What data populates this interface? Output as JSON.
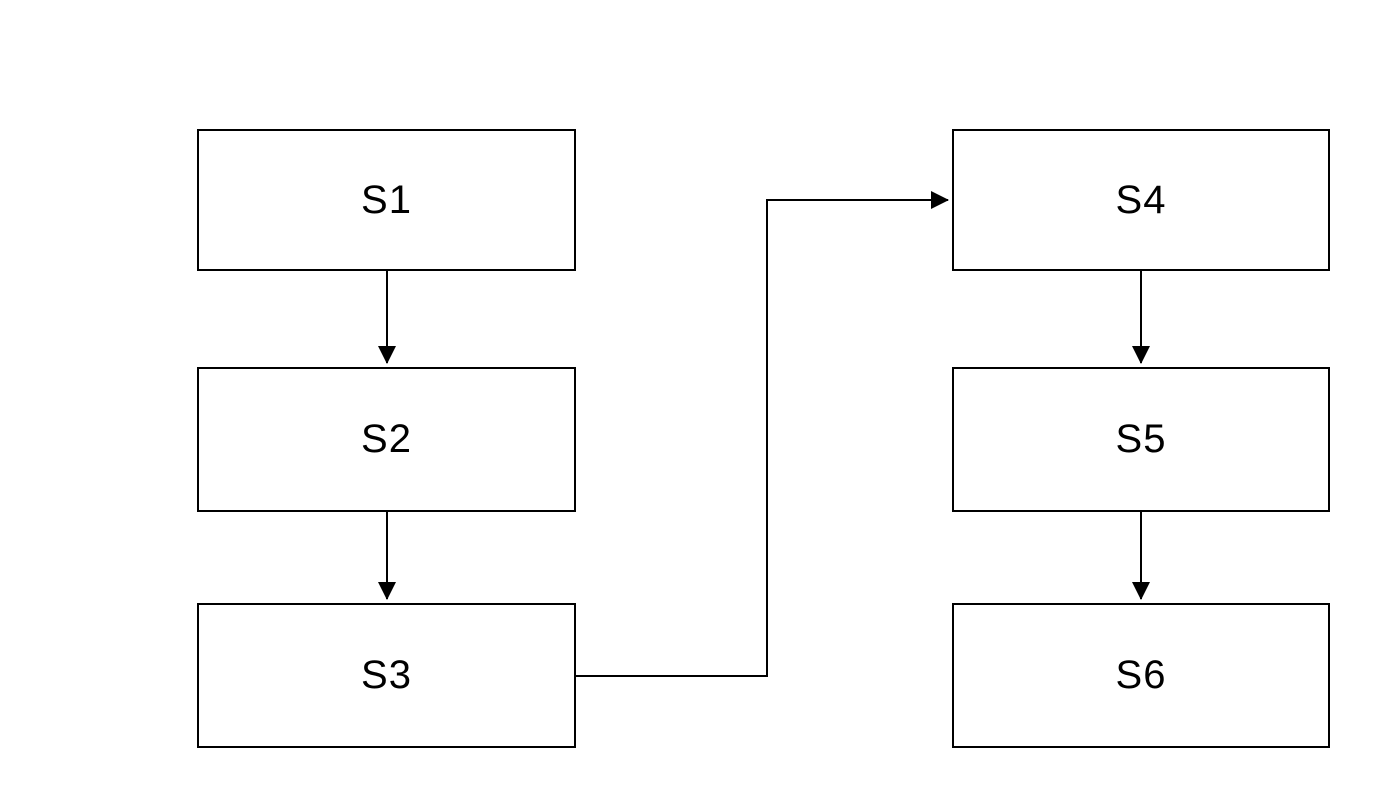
{
  "diagram": {
    "type": "flowchart",
    "background_color": "#ffffff",
    "line_color": "#000000",
    "box_fill_color": "#ffffff",
    "box_border_color": "#000000",
    "boxes": [
      {
        "id": "S1",
        "label": "S1"
      },
      {
        "id": "S2",
        "label": "S2"
      },
      {
        "id": "S3",
        "label": "S3"
      },
      {
        "id": "S4",
        "label": "S4"
      },
      {
        "id": "S5",
        "label": "S5"
      },
      {
        "id": "S6",
        "label": "S6"
      }
    ],
    "connections": [
      {
        "from": "S1",
        "to": "S2",
        "style": "arrow-down"
      },
      {
        "from": "S2",
        "to": "S3",
        "style": "arrow-down"
      },
      {
        "from": "S3",
        "to": "S4",
        "style": "elbow-right-up-right-arrow"
      },
      {
        "from": "S4",
        "to": "S5",
        "style": "arrow-down"
      },
      {
        "from": "S5",
        "to": "S6",
        "style": "arrow-down"
      }
    ]
  }
}
